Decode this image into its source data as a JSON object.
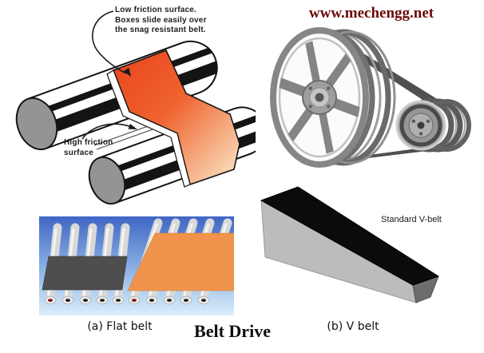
{
  "figure": {
    "title": "Belt Drive",
    "watermark": "www.mechengg.net"
  },
  "flat_belt_diagram": {
    "low_friction_note": {
      "line1": "Low friction surface.",
      "line2": "Boxes slide easily over",
      "line3": "the snag resistant belt."
    },
    "high_friction_note": {
      "line1": "High friction",
      "line2": "surface"
    },
    "belt_gradient": {
      "start": "#e8441c",
      "mid": "#ef6430",
      "end": "#fbeccb"
    },
    "roller_cap_color": "#949494"
  },
  "pulley_image": {
    "metal_color": "#8d8d8d",
    "belt_color": "#4f4f4f"
  },
  "flat_belt_photo": {
    "background_top": "#3f66c4",
    "background_mid": "#8fb4e6",
    "background_bottom": "#dbeffb",
    "left_belt_color": "#4e4e4e",
    "right_belt_color": "#f0934c"
  },
  "v_belt_image": {
    "label": "Standard V-belt",
    "top_color": "#0b0b0b",
    "side_color": "#bcbcbc",
    "end_color": "#6d6d6d"
  },
  "captions": {
    "flat_belt": "(a) Flat belt",
    "v_belt": "(b) V belt"
  },
  "colors": {
    "watermark_text": "#6b0a0a",
    "annotation_text": "#1c1c1c",
    "title_text": "#0d0d0d"
  }
}
